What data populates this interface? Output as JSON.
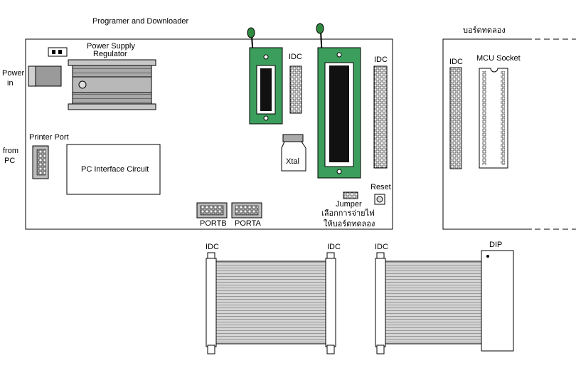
{
  "title": "Programer and Downloader",
  "labels": {
    "power_supply": [
      "Power Supply",
      "Regulator"
    ],
    "power_in": [
      "Power",
      "in"
    ],
    "from_pc": [
      "from",
      "PC"
    ],
    "printer_port": "Printer Port",
    "pc_interface": "PC Interface Circuit",
    "idc_small": "IDC",
    "idc_large": "IDC",
    "xtal": "Xtal",
    "reset": "Reset",
    "jumper": [
      "Jumper",
      "เลือกการจ่ายไฟ",
      "ให้บอร์ดทดลอง"
    ],
    "portb": "PORTB",
    "porta": "PORTA",
    "test_board": "บอร์ดทดลอง",
    "idc_board": "IDC",
    "mcu_socket": "MCU Socket",
    "cable1_left": "IDC",
    "cable1_right": "IDC",
    "cable2_left": "IDC",
    "cable2_dip": "DIP"
  },
  "colors": {
    "pcb_green": "#3c9e5c",
    "chip": "#111111",
    "regulator": "#a8a8a8",
    "cable": "#bdbdbd"
  }
}
